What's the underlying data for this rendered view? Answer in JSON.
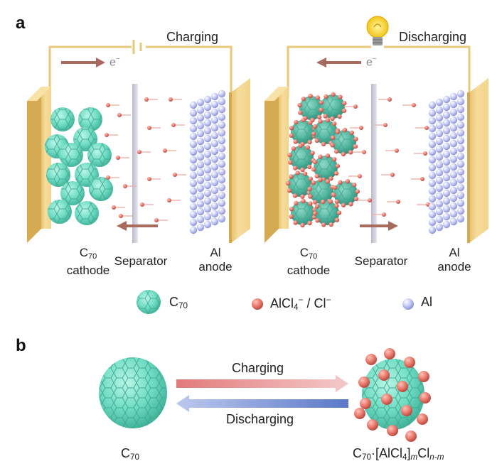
{
  "panel_a": {
    "letter": "a",
    "left_cell": {
      "mode": "Charging",
      "electron": "e",
      "electron_sup": "−",
      "cathode_main": "C",
      "cathode_sub": "70",
      "cathode_word": "cathode",
      "separator": "Separator",
      "anode_main": "Al",
      "anode_word": "anode"
    },
    "right_cell": {
      "mode": "Discharging",
      "electron": "e",
      "electron_sup": "−",
      "cathode_main": "C",
      "cathode_sub": "70",
      "cathode_word": "cathode",
      "separator": "Separator",
      "anode_main": "Al",
      "anode_word": "anode"
    }
  },
  "legend": {
    "c70_main": "C",
    "c70_sub": "70",
    "ion_a": "AlCl",
    "ion_a_sub": "4",
    "ion_a_sup": "−",
    "ion_sep": " / Cl",
    "ion_b_sup": "−",
    "al": "Al"
  },
  "panel_b": {
    "letter": "b",
    "charging": "Charging",
    "discharging": "Discharging",
    "left_main": "C",
    "left_sub": "70",
    "right_c": "C",
    "right_c_sub": "70",
    "right_mid": "·[AlCl",
    "right_mid_sub": "4",
    "right_bracket": "]",
    "right_m": "m",
    "right_cl": "Cl",
    "right_nm": "n-m"
  },
  "colors": {
    "electrode_gold": "#f3d58c",
    "c70_teal": "#6ee0c5",
    "ion_red": "#e8766a",
    "al_lavender": "#b9bff0",
    "wire": "#e8c87a",
    "arrow_brown": "#a86a5c"
  }
}
